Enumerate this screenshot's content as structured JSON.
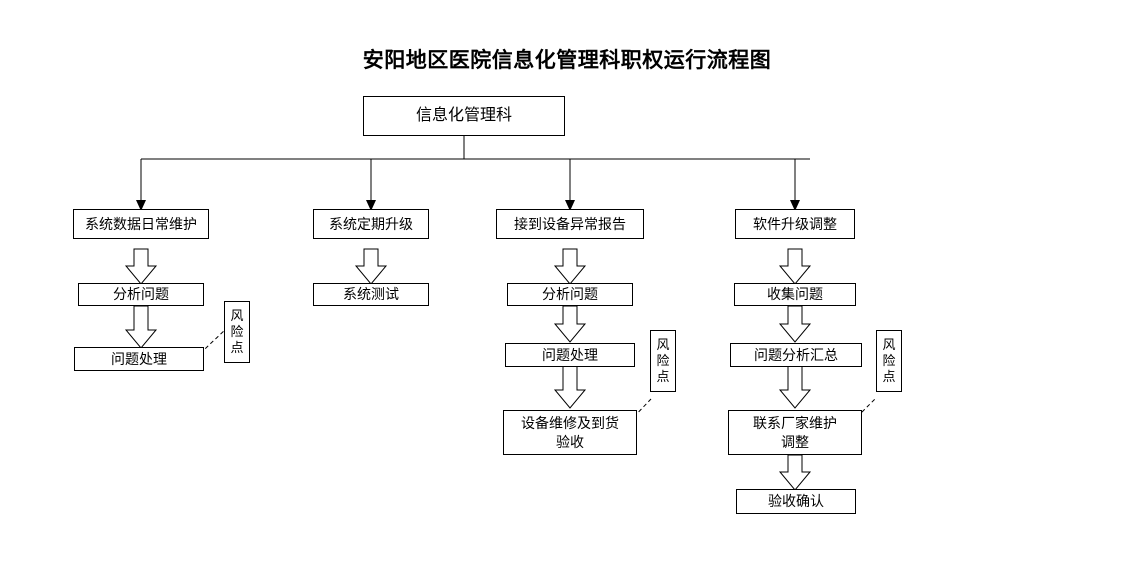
{
  "title": "安阳地区医院信息化管理科职权运行流程图",
  "root": {
    "label": "信息化管理科"
  },
  "columns": [
    {
      "name": "column-1",
      "steps": [
        {
          "label": "系统数据日常维护"
        },
        {
          "label": "分析问题"
        },
        {
          "label": "问题处理"
        }
      ]
    },
    {
      "name": "column-2",
      "steps": [
        {
          "label": "系统定期升级"
        },
        {
          "label": "系统测试"
        }
      ]
    },
    {
      "name": "column-3",
      "steps": [
        {
          "label": "接到设备异常报告"
        },
        {
          "label": "分析问题"
        },
        {
          "label": "问题处理"
        },
        {
          "label": "设备维修及到货\n验收"
        }
      ]
    },
    {
      "name": "column-4",
      "steps": [
        {
          "label": "软件升级调整"
        },
        {
          "label": "收集问题"
        },
        {
          "label": "问题分析汇总"
        },
        {
          "label": "联系厂家维护\n调整"
        },
        {
          "label": "验收确认"
        }
      ]
    }
  ],
  "risk_notes": [
    {
      "line1": "风",
      "line2": "险",
      "line3": "点"
    },
    {
      "line1": "风",
      "line2": "险",
      "line3": "点"
    },
    {
      "line1": "风",
      "line2": "险",
      "line3": "点"
    }
  ],
  "colors": {
    "stroke": "#000000",
    "background": "#ffffff",
    "text": "#000000"
  }
}
